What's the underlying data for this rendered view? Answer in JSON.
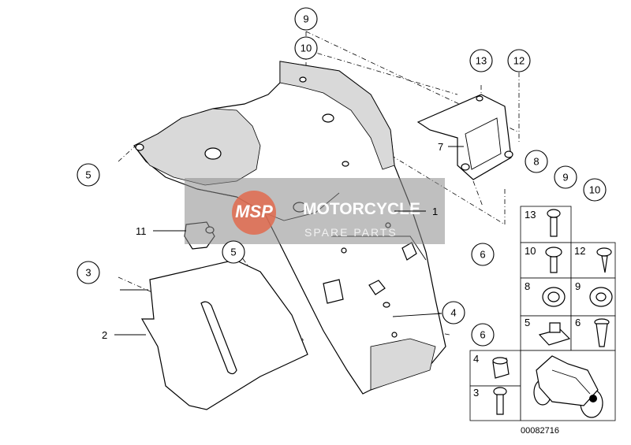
{
  "diagram": {
    "callouts": {
      "c1": "1",
      "c2": "2",
      "c3": "3",
      "c4": "4",
      "c5a": "5",
      "c5b": "5",
      "c6a": "6",
      "c6b": "6",
      "c7": "7",
      "c8": "8",
      "c9a": "9",
      "c9b": "9",
      "c10a": "10",
      "c10b": "10",
      "c11": "11",
      "c12": "12",
      "c13": "13"
    },
    "legend": {
      "l13": "13",
      "l10": "10",
      "l12": "12",
      "l8": "8",
      "l9": "9",
      "l5": "5",
      "l6": "6",
      "l4": "4",
      "l3": "3"
    },
    "watermark": {
      "logo": "MSP",
      "line1": "MOTORCYCLE",
      "line2": "SPARE PARTS"
    },
    "doc_number": "00082716"
  },
  "colors": {
    "line": "#000000",
    "watermark_box": "#8a8a8a",
    "watermark_logo": "#e06a4e",
    "part_shade": "#d9d9d9"
  }
}
